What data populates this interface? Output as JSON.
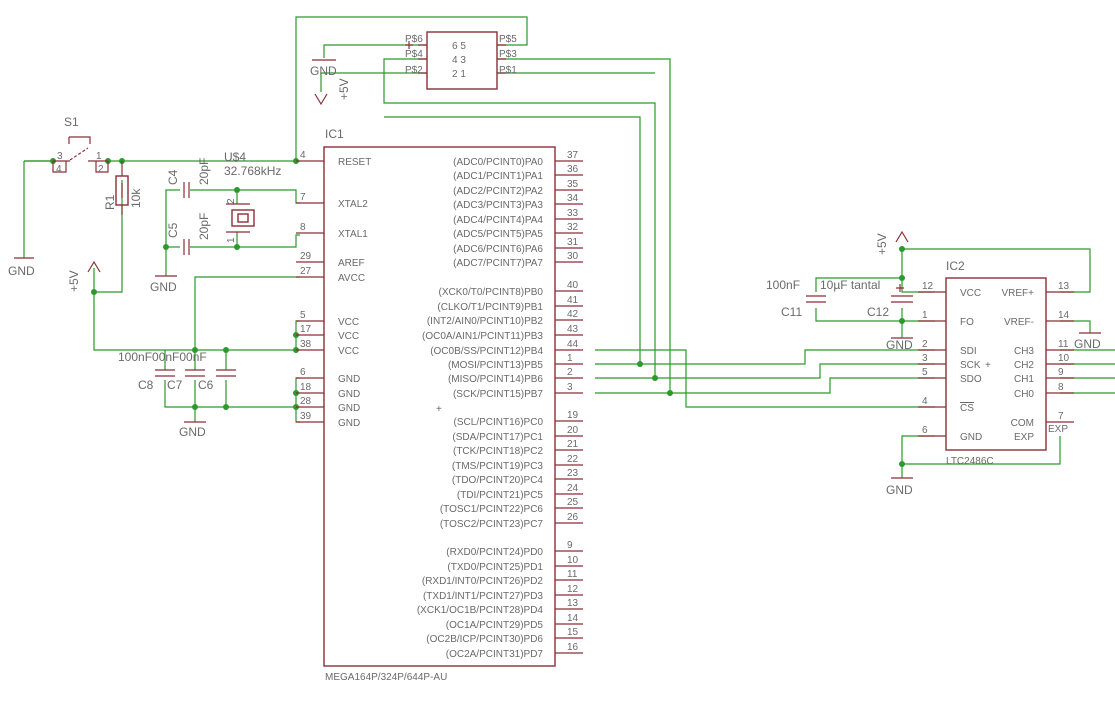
{
  "ic1": {
    "ref": "IC1",
    "part": "MEGA164P/324P/644P-AU",
    "left_pins": [
      {
        "num": "4",
        "name": "RESET"
      },
      {
        "num": "7",
        "name": "XTAL2"
      },
      {
        "num": "8",
        "name": "XTAL1"
      },
      {
        "num": "29",
        "name": "AREF"
      },
      {
        "num": "27",
        "name": "AVCC"
      },
      {
        "num": "5",
        "name": "VCC"
      },
      {
        "num": "17",
        "name": "VCC"
      },
      {
        "num": "38",
        "name": "VCC"
      },
      {
        "num": "6",
        "name": "GND"
      },
      {
        "num": "18",
        "name": "GND"
      },
      {
        "num": "28",
        "name": "GND"
      },
      {
        "num": "39",
        "name": "GND"
      }
    ],
    "right_pins": [
      {
        "num": "37",
        "name": "(ADC0/PCINT0)PA0"
      },
      {
        "num": "36",
        "name": "(ADC1/PCINT1)PA1"
      },
      {
        "num": "35",
        "name": "(ADC2/PCINT2)PA2"
      },
      {
        "num": "34",
        "name": "(ADC3/PCINT3)PA3"
      },
      {
        "num": "33",
        "name": "(ADC4/PCINT4)PA4"
      },
      {
        "num": "32",
        "name": "(ADC5/PCINT5)PA5"
      },
      {
        "num": "31",
        "name": "(ADC6/PCINT6)PA6"
      },
      {
        "num": "30",
        "name": "(ADC7/PCINT7)PA7"
      },
      {
        "num": "40",
        "name": "(XCK0/T0/PCINT8)PB0"
      },
      {
        "num": "41",
        "name": "(CLKO/T1/PCINT9)PB1"
      },
      {
        "num": "42",
        "name": "(INT2/AIN0/PCINT10)PB2"
      },
      {
        "num": "43",
        "name": "(OC0A/AIN1/PCINT11)PB3"
      },
      {
        "num": "44",
        "name": "(OC0B/SS/PCINT12)PB4"
      },
      {
        "num": "1",
        "name": "(MOSI/PCINT13)PB5"
      },
      {
        "num": "2",
        "name": "(MISO/PCINT14)PB6"
      },
      {
        "num": "3",
        "name": "(SCK/PCINT15)PB7"
      },
      {
        "num": "19",
        "name": "(SCL/PCINT16)PC0"
      },
      {
        "num": "20",
        "name": "(SDA/PCINT17)PC1"
      },
      {
        "num": "21",
        "name": "(TCK/PCINT18)PC2"
      },
      {
        "num": "22",
        "name": "(TMS/PCINT19)PC3"
      },
      {
        "num": "23",
        "name": "(TDO/PCINT20)PC4"
      },
      {
        "num": "24",
        "name": "(TDI/PCINT21)PC5"
      },
      {
        "num": "25",
        "name": "(TOSC1/PCINT22)PC6"
      },
      {
        "num": "26",
        "name": "(TOSC2/PCINT23)PC7"
      },
      {
        "num": "9",
        "name": "(RXD0/PCINT24)PD0"
      },
      {
        "num": "10",
        "name": "(TXD0/PCINT25)PD1"
      },
      {
        "num": "11",
        "name": "(RXD1/INT0/PCINT26)PD2"
      },
      {
        "num": "12",
        "name": "(TXD1/INT1/PCINT27)PD3"
      },
      {
        "num": "13",
        "name": "(XCK1/OC1B/PCINT28)PD4"
      },
      {
        "num": "14",
        "name": "(OC1A/PCINT29)PD5"
      },
      {
        "num": "15",
        "name": "(OC2B/ICP/PCINT30)PD6"
      },
      {
        "num": "16",
        "name": "(OC2A/PCINT31)PD7"
      }
    ]
  },
  "ic2": {
    "ref": "IC2",
    "part": "LTC2486C",
    "left_pins": [
      {
        "num": "12",
        "name": "VCC"
      },
      {
        "num": "1",
        "name": "FO"
      },
      {
        "num": "2",
        "name": "SDI"
      },
      {
        "num": "3",
        "name": "SCK"
      },
      {
        "num": "5",
        "name": "SDO"
      },
      {
        "num": "4",
        "name": "CS"
      },
      {
        "num": "6",
        "name": "GND"
      }
    ],
    "right_pins": [
      {
        "num": "13",
        "name": "VREF+"
      },
      {
        "num": "14",
        "name": "VREF-"
      },
      {
        "num": "11",
        "name": "CH3"
      },
      {
        "num": "10",
        "name": "CH2"
      },
      {
        "num": "9",
        "name": "CH1"
      },
      {
        "num": "8",
        "name": "CH0"
      },
      {
        "num": "7",
        "name": "COM"
      },
      {
        "num": "",
        "name": "EXP"
      }
    ],
    "exp_label": "EXP"
  },
  "isp": {
    "rows": [
      {
        "left": "P$6",
        "nums": "6 5",
        "right": "P$5"
      },
      {
        "left": "P$4",
        "nums": "4 3",
        "right": "P$3"
      },
      {
        "left": "P$2",
        "nums": "2 1",
        "right": "P$1"
      }
    ]
  },
  "switch": {
    "ref": "S1",
    "pins": [
      "3",
      "1",
      "4",
      "2"
    ]
  },
  "resistor": {
    "ref": "R1",
    "value": "10k"
  },
  "crystal": {
    "ref": "U$4",
    "value": "32.768kHz",
    "pins": [
      "2",
      "1"
    ]
  },
  "caps": {
    "c4": {
      "ref": "C4",
      "value": "20pF"
    },
    "c5": {
      "ref": "C5",
      "value": "20pF"
    },
    "decoupling": {
      "values": "100nF00nF00nF",
      "refs": [
        "C8",
        "C7",
        "C6"
      ]
    },
    "c11": {
      "ref": "C11",
      "value": "100nF"
    },
    "c12": {
      "ref": "C12",
      "value": "10µF tantal"
    }
  },
  "power": {
    "gnd": "GND",
    "vcc": "+5V"
  },
  "colors": {
    "component": "#8c2f36",
    "wire": "#2a9a2a",
    "text": "#6a6a6a",
    "background": "#ffffff"
  }
}
